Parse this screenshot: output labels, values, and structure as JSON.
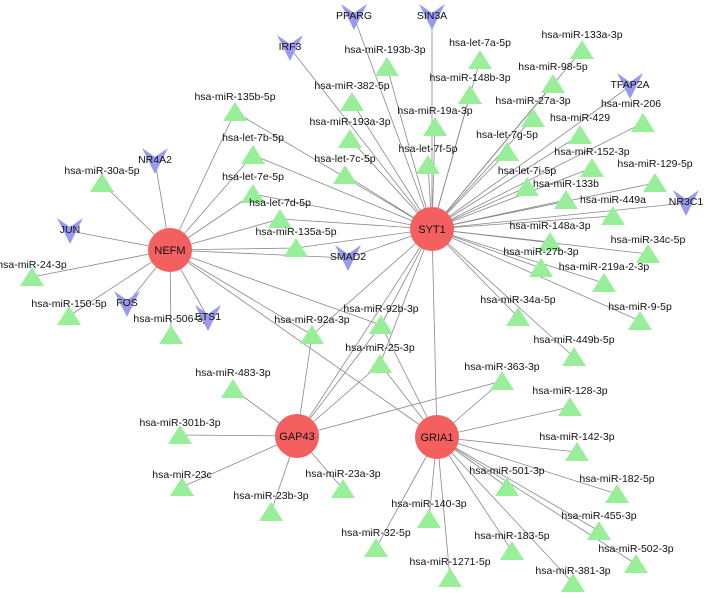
{
  "colors": {
    "hub": "#f46060",
    "mirna": "#99ee99",
    "tf": "#9999ee",
    "edge": "#888888"
  },
  "hubs": [
    {
      "id": "SYT1",
      "label": "SYT1"
    },
    {
      "id": "NEFM",
      "label": "NEFM"
    },
    {
      "id": "GAP43",
      "label": "GAP43"
    },
    {
      "id": "GRIA1",
      "label": "GRIA1"
    }
  ],
  "tfs": [
    {
      "id": "PPARG",
      "label": "PPARG"
    },
    {
      "id": "SIN3A",
      "label": "SIN3A"
    },
    {
      "id": "IRF3",
      "label": "IRF3"
    },
    {
      "id": "TFAP2A",
      "label": "TFAP2A"
    },
    {
      "id": "NR4A2",
      "label": "NR4A2"
    },
    {
      "id": "JUN",
      "label": "JUN"
    },
    {
      "id": "FOS",
      "label": "FOS"
    },
    {
      "id": "ETS1",
      "label": "ETS1"
    },
    {
      "id": "SMAD2",
      "label": "SMAD2"
    },
    {
      "id": "NR3C1",
      "label": "NR3C1"
    }
  ],
  "mirnas": [
    {
      "id": "m133a3p",
      "label": "hsa-miR-133a-3p"
    },
    {
      "id": "let7a5p",
      "label": "hsa-let-7a-5p"
    },
    {
      "id": "m193b3p",
      "label": "hsa-miR-193b-3p"
    },
    {
      "id": "m98_5p",
      "label": "hsa-miR-98-5p"
    },
    {
      "id": "m148b3p",
      "label": "hsa-miR-148b-3p"
    },
    {
      "id": "m382_5p",
      "label": "hsa-miR-382-5p"
    },
    {
      "id": "m27a3p",
      "label": "hsa-miR-27a-3p"
    },
    {
      "id": "m206",
      "label": "hsa-miR-206"
    },
    {
      "id": "m135b5p",
      "label": "hsa-miR-135b-5p"
    },
    {
      "id": "m19a3p",
      "label": "hsa-miR-19a-3p"
    },
    {
      "id": "m429",
      "label": "hsa-miR-429"
    },
    {
      "id": "m193a3p",
      "label": "hsa-miR-193a-3p"
    },
    {
      "id": "let7g5p",
      "label": "hsa-let-7g-5p"
    },
    {
      "id": "let7b5p",
      "label": "hsa-let-7b-5p"
    },
    {
      "id": "let7f5p",
      "label": "hsa-let-7f-5p"
    },
    {
      "id": "m152_3p",
      "label": "hsa-miR-152-3p"
    },
    {
      "id": "let7c5p",
      "label": "hsa-let-7c-5p"
    },
    {
      "id": "m129_5p",
      "label": "hsa-miR-129-5p"
    },
    {
      "id": "let7i5p",
      "label": "hsa-let-7i-5p"
    },
    {
      "id": "m30a5p",
      "label": "hsa-miR-30a-5p"
    },
    {
      "id": "let7e5p",
      "label": "hsa-let-7e-5p"
    },
    {
      "id": "m133b",
      "label": "hsa-miR-133b"
    },
    {
      "id": "m449a",
      "label": "hsa-miR-449a"
    },
    {
      "id": "let7d5p",
      "label": "hsa-let-7d-5p"
    },
    {
      "id": "m148a3p",
      "label": "hsa-miR-148a-3p"
    },
    {
      "id": "m135a5p",
      "label": "hsa-miR-135a-5p"
    },
    {
      "id": "m34c5p",
      "label": "hsa-miR-34c-5p"
    },
    {
      "id": "m27b3p",
      "label": "hsa-miR-27b-3p"
    },
    {
      "id": "m24_3p",
      "label": "hsa-miR-24-3p"
    },
    {
      "id": "m219a23p",
      "label": "hsa-miR-219a-2-3p"
    },
    {
      "id": "m150_5p",
      "label": "hsa-miR-150-5p"
    },
    {
      "id": "m9_5p",
      "label": "hsa-miR-9-5p"
    },
    {
      "id": "m34a5p",
      "label": "hsa-miR-34a-5p"
    },
    {
      "id": "m92b3p",
      "label": "hsa-miR-92b-3p"
    },
    {
      "id": "m92a3p",
      "label": "hsa-miR-92a-3p"
    },
    {
      "id": "m506_3p",
      "label": "hsa-miR-506-3p"
    },
    {
      "id": "m449b5p",
      "label": "hsa-miR-449b-5p"
    },
    {
      "id": "m25_3p",
      "label": "hsa-miR-25-3p"
    },
    {
      "id": "m363_3p",
      "label": "hsa-miR-363-3p"
    },
    {
      "id": "m483_3p",
      "label": "hsa-miR-483-3p"
    },
    {
      "id": "m128_3p",
      "label": "hsa-miR-128-3p"
    },
    {
      "id": "m301b3p",
      "label": "hsa-miR-301b-3p"
    },
    {
      "id": "m142_3p",
      "label": "hsa-miR-142-3p"
    },
    {
      "id": "m501_3p",
      "label": "hsa-miR-501-3p"
    },
    {
      "id": "m23c",
      "label": "hsa-miR-23c"
    },
    {
      "id": "m23a3p",
      "label": "hsa-miR-23a-3p"
    },
    {
      "id": "m182_5p",
      "label": "hsa-miR-182-5p"
    },
    {
      "id": "m140_3p",
      "label": "hsa-miR-140-3p"
    },
    {
      "id": "m23b3p",
      "label": "hsa-miR-23b-3p"
    },
    {
      "id": "m455_3p",
      "label": "hsa-miR-455-3p"
    },
    {
      "id": "m32_5p",
      "label": "hsa-miR-32-5p"
    },
    {
      "id": "m183_5p",
      "label": "hsa-miR-183-5p"
    },
    {
      "id": "m502_3p",
      "label": "hsa-miR-502-3p"
    },
    {
      "id": "m1271_5p",
      "label": "hsa-miR-1271-5p"
    },
    {
      "id": "m381_3p",
      "label": "hsa-miR-381-3p"
    }
  ],
  "edges": [
    [
      "SYT1",
      "PPARG"
    ],
    [
      "SYT1",
      "SIN3A"
    ],
    [
      "SYT1",
      "IRF3"
    ],
    [
      "SYT1",
      "TFAP2A"
    ],
    [
      "SYT1",
      "SMAD2"
    ],
    [
      "SYT1",
      "NR3C1"
    ],
    [
      "SYT1",
      "m133a3p"
    ],
    [
      "SYT1",
      "let7a5p"
    ],
    [
      "SYT1",
      "m193b3p"
    ],
    [
      "SYT1",
      "m98_5p"
    ],
    [
      "SYT1",
      "m148b3p"
    ],
    [
      "SYT1",
      "m382_5p"
    ],
    [
      "SYT1",
      "m27a3p"
    ],
    [
      "SYT1",
      "m206"
    ],
    [
      "SYT1",
      "m135b5p"
    ],
    [
      "SYT1",
      "m19a3p"
    ],
    [
      "SYT1",
      "m429"
    ],
    [
      "SYT1",
      "m193a3p"
    ],
    [
      "SYT1",
      "let7g5p"
    ],
    [
      "SYT1",
      "let7f5p"
    ],
    [
      "SYT1",
      "m152_3p"
    ],
    [
      "SYT1",
      "let7c5p"
    ],
    [
      "SYT1",
      "m129_5p"
    ],
    [
      "SYT1",
      "let7i5p"
    ],
    [
      "SYT1",
      "m133b"
    ],
    [
      "SYT1",
      "m449a"
    ],
    [
      "SYT1",
      "m148a3p"
    ],
    [
      "SYT1",
      "m34c5p"
    ],
    [
      "SYT1",
      "m27b3p"
    ],
    [
      "SYT1",
      "m219a23p"
    ],
    [
      "SYT1",
      "m9_5p"
    ],
    [
      "SYT1",
      "m34a5p"
    ],
    [
      "SYT1",
      "m449b5p"
    ],
    [
      "SYT1",
      "m135a5p"
    ],
    [
      "SYT1",
      "let7d5p"
    ],
    [
      "SYT1",
      "let7e5p"
    ],
    [
      "SYT1",
      "let7b5p"
    ],
    [
      "SYT1",
      "m92b3p"
    ],
    [
      "SYT1",
      "m92a3p"
    ],
    [
      "SYT1",
      "m25_3p"
    ],
    [
      "SYT1",
      "GRIA1"
    ],
    [
      "SYT1",
      "GAP43"
    ],
    [
      "NEFM",
      "m135b5p"
    ],
    [
      "NEFM",
      "let7b5p"
    ],
    [
      "NEFM",
      "let7e5p"
    ],
    [
      "NEFM",
      "let7d5p"
    ],
    [
      "NEFM",
      "m135a5p"
    ],
    [
      "NEFM",
      "NR4A2"
    ],
    [
      "NEFM",
      "m30a5p"
    ],
    [
      "NEFM",
      "JUN"
    ],
    [
      "NEFM",
      "m24_3p"
    ],
    [
      "NEFM",
      "m150_5p"
    ],
    [
      "NEFM",
      "FOS"
    ],
    [
      "NEFM",
      "ETS1"
    ],
    [
      "NEFM",
      "m506_3p"
    ],
    [
      "NEFM",
      "SMAD2"
    ],
    [
      "NEFM",
      "m92b3p"
    ],
    [
      "NEFM",
      "m92a3p"
    ],
    [
      "NEFM",
      "GRIA1"
    ],
    [
      "GAP43",
      "m92b3p"
    ],
    [
      "GAP43",
      "m92a3p"
    ],
    [
      "GAP43",
      "m25_3p"
    ],
    [
      "GAP43",
      "m363_3p"
    ],
    [
      "GAP43",
      "m483_3p"
    ],
    [
      "GAP43",
      "m301b3p"
    ],
    [
      "GAP43",
      "m23c"
    ],
    [
      "GAP43",
      "m23a3p"
    ],
    [
      "GAP43",
      "m23b3p"
    ],
    [
      "GRIA1",
      "m92b3p"
    ],
    [
      "GRIA1",
      "m25_3p"
    ],
    [
      "GRIA1",
      "m363_3p"
    ],
    [
      "GRIA1",
      "m128_3p"
    ],
    [
      "GRIA1",
      "m142_3p"
    ],
    [
      "GRIA1",
      "m501_3p"
    ],
    [
      "GRIA1",
      "m182_5p"
    ],
    [
      "GRIA1",
      "m140_3p"
    ],
    [
      "GRIA1",
      "m455_3p"
    ],
    [
      "GRIA1",
      "m32_5p"
    ],
    [
      "GRIA1",
      "m183_5p"
    ],
    [
      "GRIA1",
      "m502_3p"
    ],
    [
      "GRIA1",
      "m1271_5p"
    ],
    [
      "GRIA1",
      "m381_3p"
    ]
  ]
}
